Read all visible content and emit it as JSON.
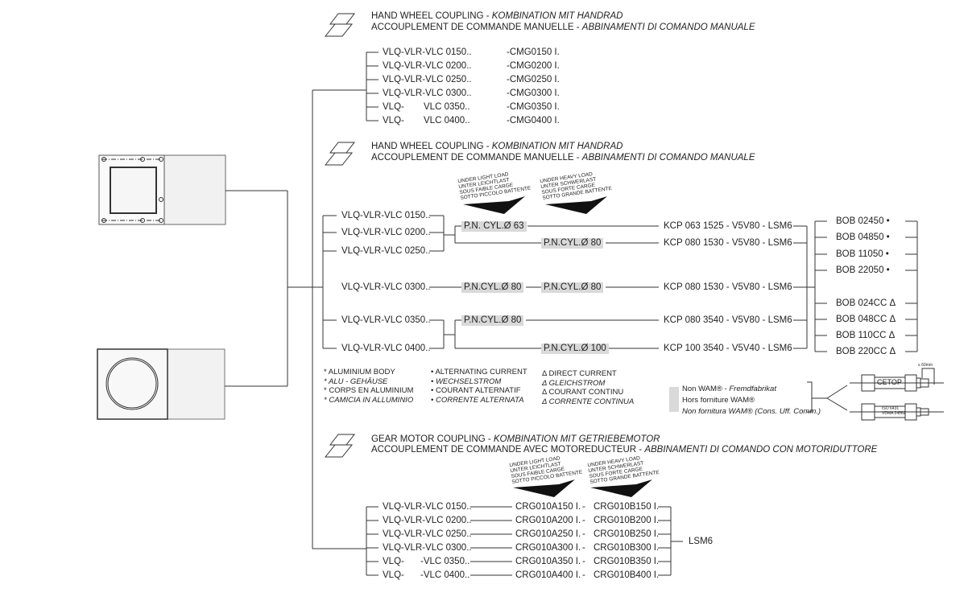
{
  "sections": [
    {
      "title_en": "HAND WHEEL COUPLING",
      "title_de": "KOMBINATION MIT HANDRAD",
      "title_fr": "ACCOUPLEMENT DE COMMANDE MANUELLE",
      "title_it": "ABBINAMENTI DI COMANDO MANUALE",
      "rows": [
        {
          "model": "VLQ-VLR-VLC 0150..",
          "code": "-CMG0150 I."
        },
        {
          "model": "VLQ-VLR-VLC 0200..",
          "code": "-CMG0200 I."
        },
        {
          "model": "VLQ-VLR-VLC 0250..",
          "code": "-CMG0250 I."
        },
        {
          "model": "VLQ-VLR-VLC 0300..",
          "code": "-CMG0300 I."
        },
        {
          "model": "VLQ-",
          "model2": "VLC 0350..",
          "code": "-CMG0350 I."
        },
        {
          "model": "VLQ-",
          "model2": "VLC 0400..",
          "code": "-CMG0400 I."
        }
      ]
    },
    {
      "title_en": "HAND WHEEL COUPLING",
      "title_de": "KOMBINATION MIT HANDRAD",
      "title_fr": "ACCOUPLEMENT DE COMMANDE MANUELLE",
      "title_it": "ABBINAMENTI DI COMANDO MANUALE",
      "models": [
        "VLQ-VLR-VLC 0150..",
        "VLQ-VLR-VLC 0200..",
        "VLQ-VLR-VLC 0250..",
        "VLQ-VLR-VLC 0300..",
        "VLQ-VLR-VLC 0350..",
        "VLQ-VLR-VLC 0400.."
      ],
      "cylinders": [
        "P.N. CYL.Ø 63",
        "P.N.CYL.Ø 80",
        "P.N.CYL.Ø 80",
        "P.N.CYL.Ø 80",
        "P.N.CYL.Ø 80",
        "P.N.CYL.Ø 100"
      ],
      "kcp": [
        "KCP 063 1525 - V5V80 - LSM6",
        "KCP 080 1530 - V5V80 - LSM6",
        "KCP 080 1530 - V5V80 - LSM6",
        "KCP 080 3540 - V5V80 - LSM6",
        "KCP 100 3540 - V5V40 - LSM6"
      ],
      "bob": [
        "BOB 02450 •",
        "BOB 04850 •",
        "BOB 11050 •",
        "BOB 22050 •",
        "BOB 024CC Δ",
        "BOB 048CC Δ",
        "BOB 110CC Δ",
        "BOB 220CC Δ"
      ]
    },
    {
      "title_en": "GEAR MOTOR COUPLING",
      "title_de": "KOMBINATION MIT GETRIEBEMOTOR",
      "title_fr": "ACCOUPLEMENT DE COMMANDE AVEC MOTOREDUCTEUR",
      "title_it": "ABBINAMENTI DI COMANDO CON MOTORIDUTTORE",
      "rows": [
        {
          "model": "VLQ-VLR-VLC 0150..",
          "a": "CRG010A150 I.",
          "b": "CRG010B150 I."
        },
        {
          "model": "VLQ-VLR-VLC 0200..",
          "a": "CRG010A200 I.",
          "b": "CRG010B200 I."
        },
        {
          "model": "VLQ-VLR-VLC 0250..",
          "a": "CRG010A250 I.",
          "b": "CRG010B250 I."
        },
        {
          "model": "VLQ-VLR-VLC 0300..",
          "a": "CRG010A300 I.",
          "b": "CRG010B300 I."
        },
        {
          "model": "VLQ-",
          "model2": "-VLC 0350..",
          "a": "CRG010A350 I.",
          "b": "CRG010B350 I."
        },
        {
          "model": "VLQ-",
          "model2": "-VLC 0400..",
          "a": "CRG010A400 I.",
          "b": "CRG010B400 I."
        }
      ],
      "sep": "-",
      "output": "LSM6"
    }
  ],
  "load": {
    "light": [
      "UNDER LIGHT LOAD",
      "UNTER LEICHTLAST",
      "SOUS FAIBLE CARGE",
      "SOTTO PICCOLO BATTENTE"
    ],
    "heavy": [
      "UNDER HEAVY LOAD",
      "UNTER SCHWERLAST",
      "SOUS FORTE CARGE",
      "SOTTO GRANDE BATTENTE"
    ]
  },
  "legend": {
    "alu": [
      "* ALUMINIUM BODY",
      "* ALU - GEHÄUSE",
      "* CORPS EN ALUMINIUM",
      "* CAMICIA IN ALLUMINIO"
    ],
    "ac": [
      "• ALTERNATING CURRENT",
      "• WECHSELSTROM",
      "• COURANT ALTERNATIF",
      "• CORRENTE ALTERNATA"
    ],
    "dc": [
      "Δ DIRECT CURRENT",
      "Δ GLEICHSTROM",
      "Δ COURANT CONTINU",
      "Δ CORRENTE CONTINUA"
    ]
  },
  "wam": {
    "l1a": "Non WAM® - ",
    "l1b": "Fremdfabrikat",
    "l2": "Hors forniture WAM®",
    "l3a": "Non fornitura WAM®",
    "l3b": " (Cons. Uff. Comm.)",
    "cetop": "CETOP",
    "iso": "ISO 6431",
    "vdma": "VDMA 24562",
    "dim": "≤ 60mm"
  },
  "colors": {
    "line": "#333333",
    "highlight": "#d9d9d9"
  }
}
